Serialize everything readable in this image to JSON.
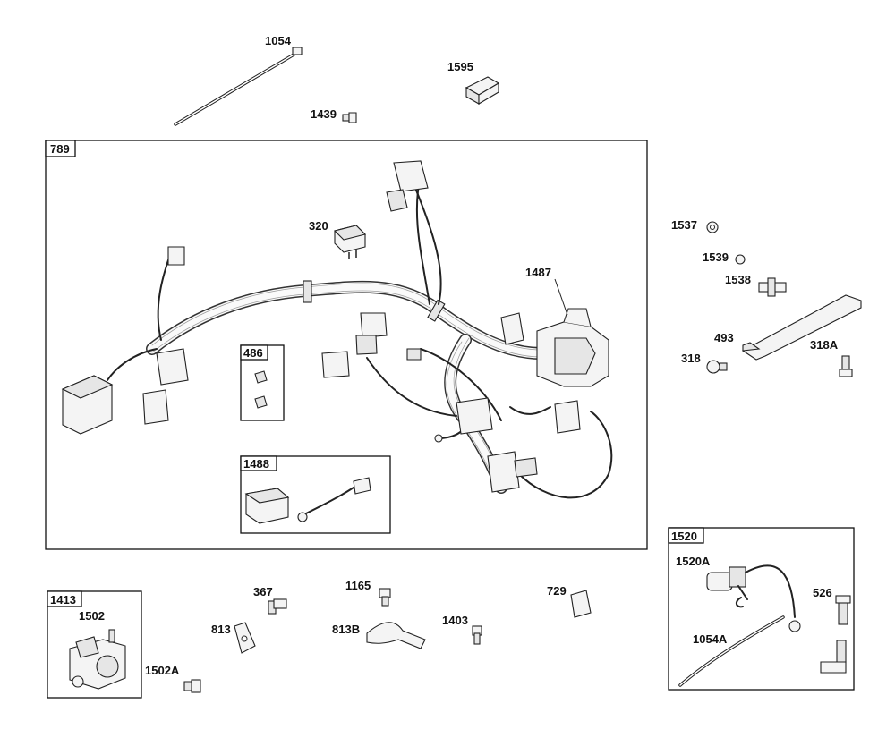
{
  "diagram": {
    "parts": [
      {
        "id": "p1054",
        "label": "1054"
      },
      {
        "id": "p1595",
        "label": "1595"
      },
      {
        "id": "p1439",
        "label": "1439"
      },
      {
        "id": "p789",
        "label": "789"
      },
      {
        "id": "p320",
        "label": "320"
      },
      {
        "id": "p1487",
        "label": "1487"
      },
      {
        "id": "p486",
        "label": "486"
      },
      {
        "id": "p1488",
        "label": "1488"
      },
      {
        "id": "p1537",
        "label": "1537"
      },
      {
        "id": "p1539",
        "label": "1539"
      },
      {
        "id": "p1538",
        "label": "1538"
      },
      {
        "id": "p493",
        "label": "493"
      },
      {
        "id": "p318",
        "label": "318"
      },
      {
        "id": "p318A",
        "label": "318A"
      },
      {
        "id": "p1520",
        "label": "1520"
      },
      {
        "id": "p1520A",
        "label": "1520A"
      },
      {
        "id": "p526",
        "label": "526"
      },
      {
        "id": "p1054A",
        "label": "1054A"
      },
      {
        "id": "p1413",
        "label": "1413"
      },
      {
        "id": "p1502",
        "label": "1502"
      },
      {
        "id": "p1502A",
        "label": "1502A"
      },
      {
        "id": "p367",
        "label": "367"
      },
      {
        "id": "p813",
        "label": "813"
      },
      {
        "id": "p1165",
        "label": "1165"
      },
      {
        "id": "p813B",
        "label": "813B"
      },
      {
        "id": "p1403",
        "label": "1403"
      },
      {
        "id": "p729",
        "label": "729"
      }
    ]
  }
}
